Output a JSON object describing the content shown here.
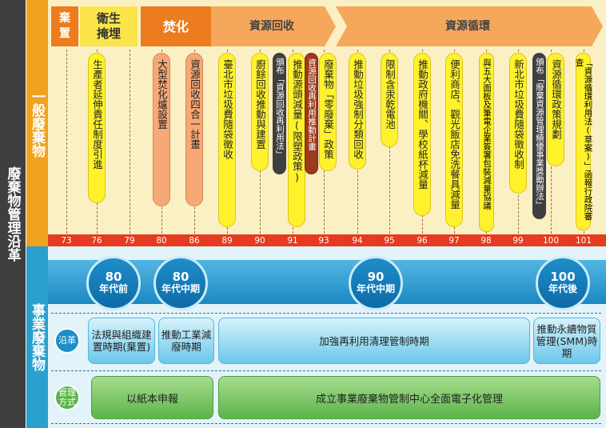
{
  "left_title": "廢棄物管理沿革",
  "general_label": "一般廢棄物",
  "industrial_label": "事業廢棄物",
  "phases": [
    "棄置",
    "衛生掩埋",
    "焚化",
    "資源回收",
    "資源循環"
  ],
  "policies": {
    "p1": "生產者延伸責任制度引進",
    "p2": "大型焚化爐設置",
    "p3": "資源回收四合一計畫",
    "p4": "臺北市垃圾費隨袋徵收",
    "p5": "廚餘回收推動與建置",
    "p6_main": "推動源頭減量(限塑政策)",
    "p6_sub": "頒布「資源回收再利用法」",
    "p7_main": "廢棄物「零廢棄」政策",
    "p7_sub": "資源回收再利用推動計畫",
    "p8": "推動垃圾強制分類回收",
    "p9": "限制含汞乾電池",
    "p10": "推動政府機關、學校紙杯減量",
    "p11": "便利商店、觀光飯店免洗餐具減量",
    "p12": "與五大面板及筆電企業簽署包裝減量協議",
    "p13": "新北市垃圾費隨袋徵收制",
    "p14_main": "資源循環政策規劃",
    "p14_sub": "頒布「廢棄資源管理績優事業獎勵辦法」",
    "p15": "「資源循環利用法(草案)」函報行政院審查"
  },
  "years": [
    "73",
    "76",
    "79",
    "80",
    "86",
    "89",
    "90",
    "91",
    "93",
    "94",
    "95",
    "96",
    "97",
    "98",
    "99",
    "100",
    "101"
  ],
  "eras": [
    {
      "num": "80",
      "label": "年代前"
    },
    {
      "num": "80",
      "label": "年代中期"
    },
    {
      "num": "90",
      "label": "年代中期"
    },
    {
      "num": "100",
      "label": "年代後"
    }
  ],
  "history_label": "沿革",
  "periods": [
    "法規與組織建置時期(棄置)",
    "推動工業減廢時期",
    "加強再利用清理管制時期",
    "推動永續物質管理(SMM)時期"
  ],
  "management_label": "管理方式",
  "management": [
    "以紙本申報",
    "成立事業廢棄物管制中心全面電子化管理"
  ]
}
